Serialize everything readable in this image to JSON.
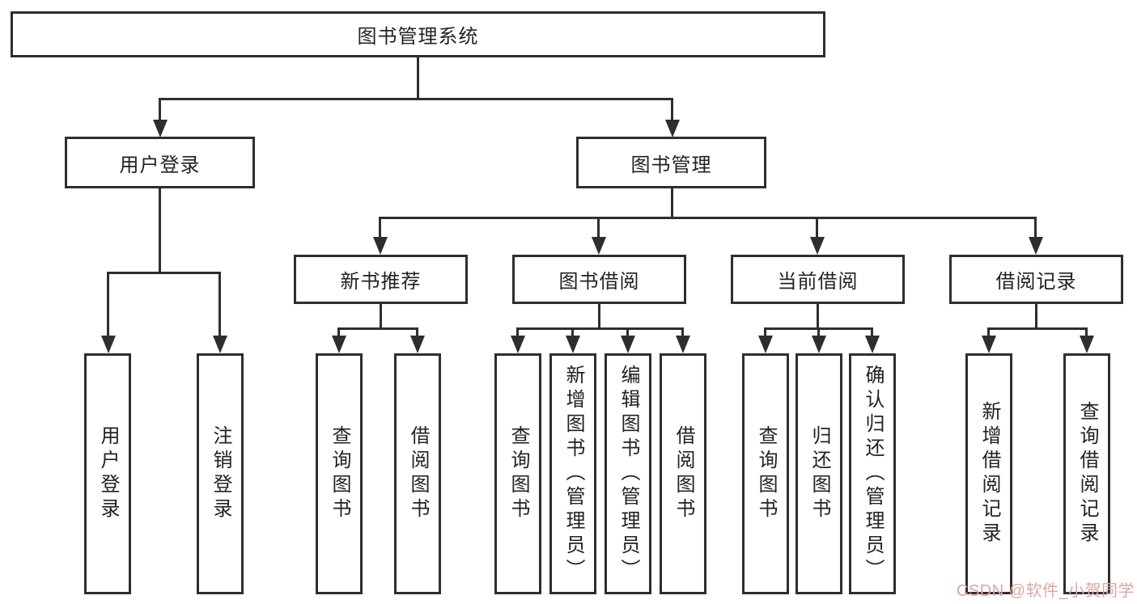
{
  "diagram": {
    "title_node": "图书管理系统",
    "level2": {
      "user_login": "用户登录",
      "book_management": "图书管理"
    },
    "level3": {
      "new_book_recommend": "新书推荐",
      "book_borrow": "图书借阅",
      "current_borrow": "当前借阅",
      "borrow_record": "借阅记录"
    },
    "leaves": {
      "user_login": [
        "用户登录",
        "注销登录"
      ],
      "new_book_recommend": [
        "查询图书",
        "借阅图书"
      ],
      "book_borrow": [
        "查询图书",
        "新增图书（管理员）",
        "编辑图书（管理员）",
        "借阅图书"
      ],
      "current_borrow": [
        "查询图书",
        "归还图书",
        "确认归还（管理员）"
      ],
      "borrow_record": [
        "新增借阅记录",
        "查询借阅记录"
      ]
    },
    "colors": {
      "line": "#2e2e2e",
      "box_border": "#2e2e2e",
      "text": "#222222",
      "background": "#ffffff",
      "watermark": "#e2a3a3"
    }
  },
  "watermark": {
    "text": "CSDN @软件_小贺同学"
  }
}
